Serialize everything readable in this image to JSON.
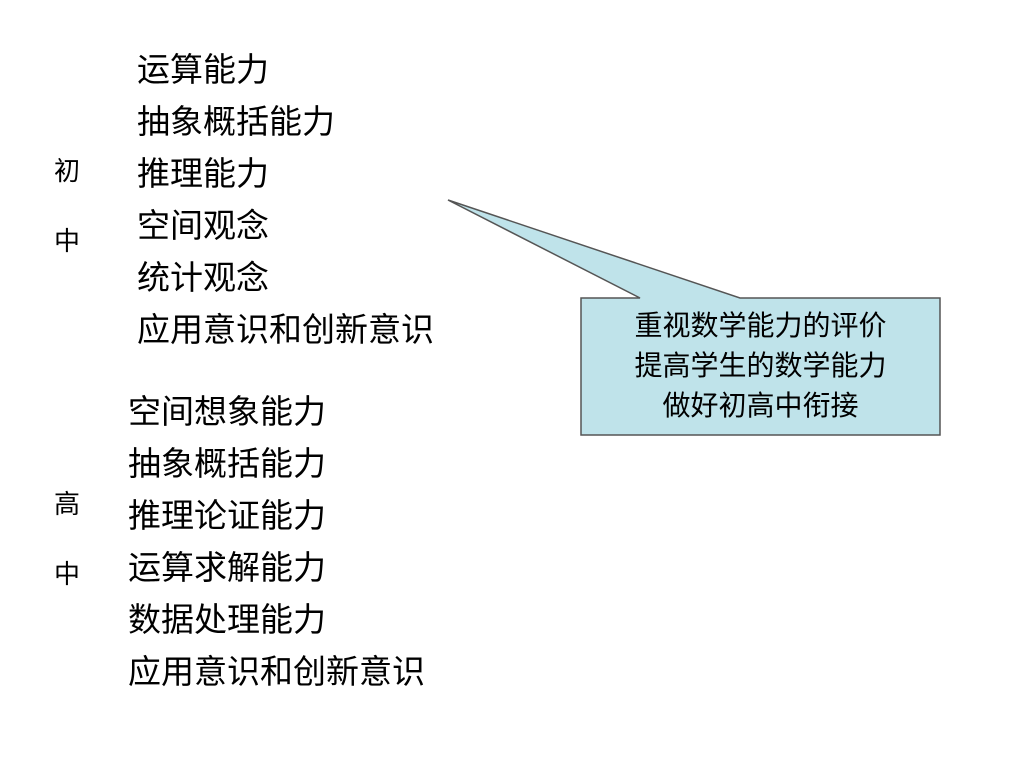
{
  "junior": {
    "label_top": "初",
    "label_bottom": "中",
    "items": [
      "运算能力",
      "抽象概括能力",
      "推理能力",
      "空间观念",
      "统计观念",
      "应用意识和创新意识"
    ]
  },
  "senior": {
    "label_top": "高",
    "label_bottom": "中",
    "items": [
      "空间想象能力",
      "抽象概括能力",
      "推理论证能力",
      "运算求解能力",
      "数据处理能力",
      "应用意识和创新意识"
    ]
  },
  "callout": {
    "lines": [
      "重视数学能力的评价",
      "提高学生的数学能力",
      "做好初高中衔接"
    ],
    "fill_color": "#bfe3ea",
    "border_color": "#555555"
  }
}
